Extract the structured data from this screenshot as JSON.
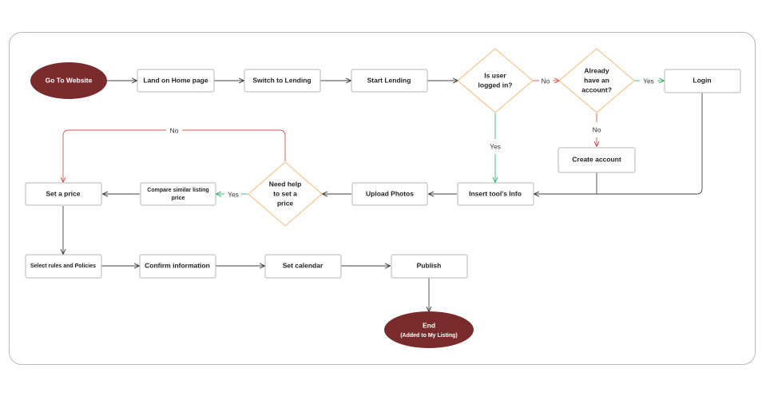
{
  "nodes": {
    "go_to_website": "Go To Website",
    "land_home": "Land on Home page",
    "switch_lending": "Switch to Lending",
    "start_lending": "Start Lending",
    "is_logged_in": [
      "Is user",
      "logged in?"
    ],
    "already_account": [
      "Already",
      "have an",
      "account?"
    ],
    "login": "Login",
    "create_account": "Create account",
    "insert_info": "Insert tool's Info",
    "upload_photos": "Upload Photos",
    "need_help": [
      "Need help",
      "to set a",
      "price"
    ],
    "compare_similar": [
      "Compare similar listing",
      "price"
    ],
    "set_price": "Set a price",
    "select_rules": "Select rules and Policies",
    "confirm_info": "Confirm information",
    "set_calendar": "Set calendar",
    "publish": "Publish",
    "end": [
      "End",
      "(Added to My Listing)"
    ]
  },
  "edge_labels": {
    "no_login_check": "No",
    "yes_account": "Yes",
    "no_account": "No",
    "yes_logged_in": "Yes",
    "yes_need_help": "Yes",
    "no_need_help": "No"
  },
  "colors": {
    "terminal": "#7a2b2b",
    "decision_border": "#f2b978",
    "no_arrow": "#d9534f",
    "yes_arrow": "#3cb371"
  }
}
